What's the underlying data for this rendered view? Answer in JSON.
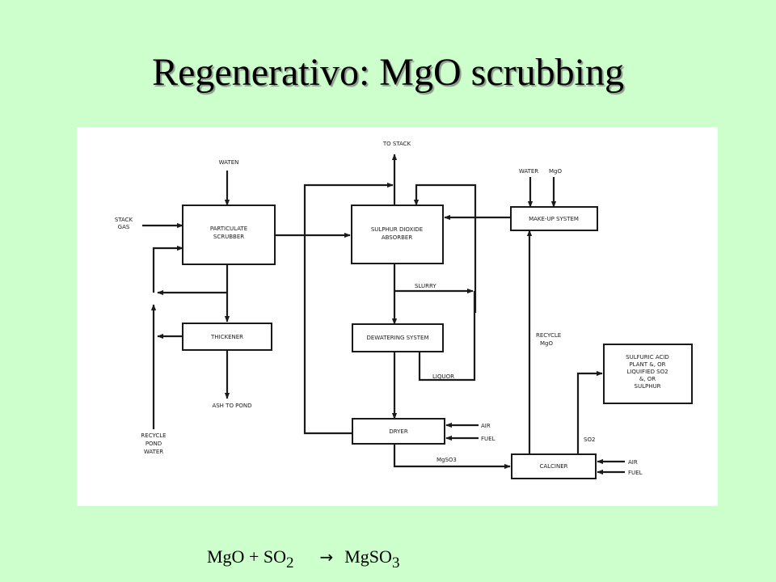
{
  "slide": {
    "title": "Regenerativo: MgO scrubbing"
  },
  "diagram": {
    "boxes": {
      "particulate_scrubber": [
        "PARTICULATE",
        "SCRUBBER"
      ],
      "so2_absorber": [
        "SULPHUR DIOXIDE",
        "ABSORBER"
      ],
      "make_up_system": [
        "MAKE-UP SYSTEM"
      ],
      "thickener": [
        "THICKENER"
      ],
      "dewatering_system": [
        "DEWATERING SYSTEM"
      ],
      "dryer": [
        "DRYER"
      ],
      "calciner": [
        "CALCINER"
      ],
      "sulfuric_acid": [
        "SULFURIC ACID",
        "PLANT &, OR",
        "LIQUIFIED SO2",
        "&, OR",
        "SULPHUR"
      ]
    },
    "labels": {
      "to_stack": "TO STACK",
      "water_top": "WATEN",
      "stack_gas": [
        "STACK",
        "GAS"
      ],
      "water_right": "WATER",
      "mgo_right": "MgO",
      "slurry": "SLURRY",
      "liquor": "LIQUOR",
      "recycle_mgo": [
        "RECYCLE",
        "MgO"
      ],
      "ash_to_pond": "ASH TO POND",
      "recycle_pond_water": [
        "RECYCLE",
        "POND",
        "WATER"
      ],
      "air_dryer": "AIR",
      "fuel_dryer": "FUEL",
      "mgso3": "MgSO3",
      "so2": "SO2",
      "air_calciner": "AIR",
      "fuel_calciner": "FUEL"
    }
  },
  "equation": {
    "left": "MgO + SO",
    "left_sub": "2",
    "arrow": "→",
    "right": "MgSO",
    "right_sub": "3"
  }
}
